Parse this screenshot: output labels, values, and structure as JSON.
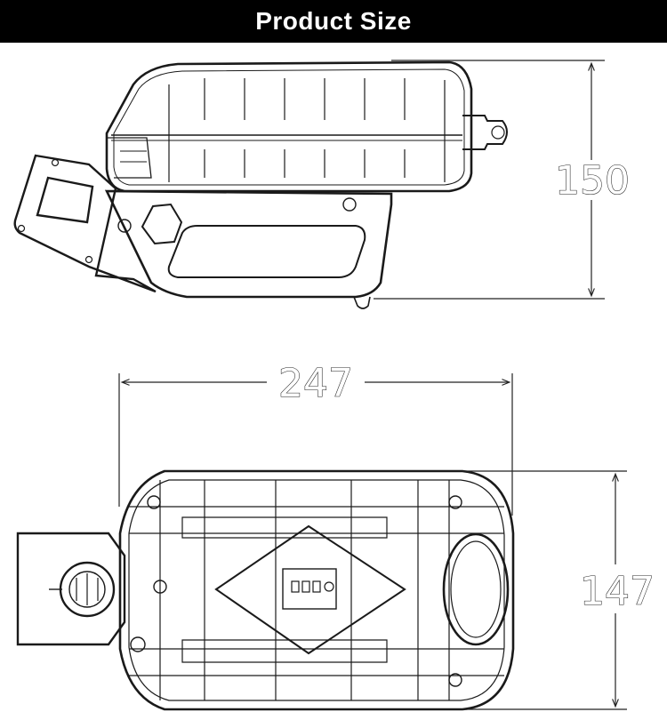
{
  "header": {
    "title": "Product Size"
  },
  "dimensions": {
    "height_side": "150",
    "length": "247",
    "width": "147"
  }
}
